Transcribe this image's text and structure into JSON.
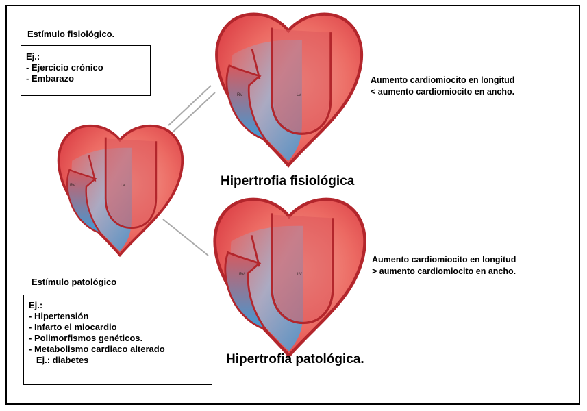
{
  "stimulus_physiological": {
    "title": "Estímulo fisiológico.",
    "examples_header": "Ej.:",
    "examples": [
      "- Ejercicio crónico",
      "- Embarazo"
    ]
  },
  "stimulus_pathological": {
    "title": "Estímulo patológico",
    "examples_header": "Ej.:",
    "examples": [
      "- Hipertensión",
      "- Infarto el miocardio",
      "- Polimorfismos genéticos.",
      "- Metabolismo cardiaco alterado",
      "   Ej.: diabetes"
    ]
  },
  "physiological": {
    "heading": "Hipertrofia fisiológica",
    "description_line1": "Aumento cardiomiocito en longitud",
    "description_line2": "< aumento cardiomiocito en ancho."
  },
  "pathological": {
    "heading": "Hipertrofia patológica.",
    "description_line1": "Aumento cardiomiocito en longitud",
    "description_line2": "> aumento cardiomiocito en ancho."
  },
  "ventricle_labels": {
    "right": "RV",
    "left": "LV"
  },
  "colors": {
    "myocardium": "#e8484f",
    "outline": "#b3262c",
    "chamber": "#3f9bd6",
    "connector": "#aaaaaa"
  }
}
